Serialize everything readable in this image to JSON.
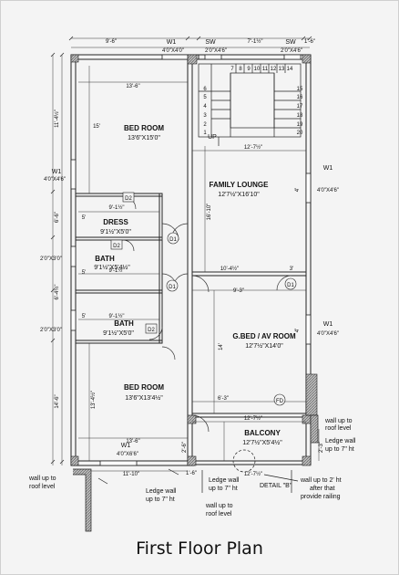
{
  "title": "First Floor Plan",
  "rooms": {
    "bed_room_top": {
      "name": "BED ROOM",
      "size": "13'6\"X15'0\""
    },
    "dress": {
      "name": "DRESS",
      "size": "9'1½\"X5'0\""
    },
    "bath_1": {
      "name": "BATH",
      "size": "9'1½\"X5'4½\""
    },
    "bath_2": {
      "name": "BATH",
      "size": "9'1½\"X5'0\""
    },
    "bed_room_bottom": {
      "name": "BED ROOM",
      "size": "13'6\"X13'4½\""
    },
    "family_lounge": {
      "name": "FAMILY LOUNGE",
      "size": "12'7½\"X16'10\""
    },
    "gbed_av": {
      "name": "G.BED / AV ROOM",
      "size": "12'7½\"X14'0\""
    },
    "balcony": {
      "name": "BALCONY",
      "size": "12'7½\"X5'4½\""
    }
  },
  "openings": {
    "w1_top": "W1",
    "w1_top_size": "4'0\"X4'0\"",
    "sw_top": "SW",
    "sw_top_size": "2'0\"X4'6\"",
    "sw_top2": "SW",
    "sw_top2_size": "2'0\"X4'6\"",
    "w1_left": "W1",
    "w1_left_size": "4'0\"X4'6\"",
    "left_2x3_a": "2'0\"X3'0\"",
    "left_2x3_b": "2'0\"X3'0\"",
    "w1_right": "W1",
    "w1_right_size": "4'0\"X4'6\"",
    "w1_right2": "W1",
    "w1_right2_size": "4'0\"X4'6\"",
    "w1_bottom": "W1",
    "w1_bottom_size": "4'0\"X6'6\"",
    "d1_a": "D1",
    "d1_b": "D1",
    "d1_c": "D1",
    "d2_a": "D2",
    "d2_b": "D2",
    "d2_c": "D2",
    "fd": "FD",
    "up": "UP"
  },
  "stairs": [
    "7",
    "8",
    "9",
    "10",
    "11",
    "12",
    "13",
    "14",
    "6",
    "5",
    "4",
    "3",
    "2",
    "1",
    "15",
    "16",
    "17",
    "18",
    "19",
    "20"
  ],
  "dimensions": {
    "top_9_6": "9'-6\"",
    "top_7_1": "7'-1½\"",
    "top_1_6": "1'-6\"",
    "r_13_6a": "13'-6\"",
    "r_13_6b": "13'-6\"",
    "r_15": "15'",
    "r_11_4": "11'-4½\"",
    "r_6_6": "6'-6\"",
    "r_6_4": "6'-4½\"",
    "r_14_6": "14'-6\"",
    "r_13_4": "13'-4½\"",
    "r_9_1a": "9'-1½\"",
    "r_9_1b": "9'-1½\"",
    "r_9_1c": "9'-1½\"",
    "r_5a": "5'",
    "r_5b": "5'",
    "r_5c": "5'",
    "r_16_10": "16'-10\"",
    "r_12_7a": "12'-7½\"",
    "r_12_7b": "12'-7½\"",
    "r_12_7c": "12'-7½\"",
    "r_10_4": "10'-4½\"",
    "r_3": "3'",
    "r_9_3": "9'-3\"",
    "r_14": "14'",
    "r_6_3": "6'-3\"",
    "r_4": "4'",
    "r_4b": "4'",
    "r_11_10": "11'-10\"",
    "r_2_6": "2'-6\"",
    "r_1_6": "1'-6\"",
    "r_2_3": "2'-3\""
  },
  "notes": {
    "wall_roof_right_1": "wall up to",
    "wall_roof_right_2": "roof level",
    "ledge_right_1": "Ledge wall",
    "ledge_right_2": "up to 7\" ht",
    "wall_roof_left_1": "wall up to",
    "wall_roof_left_2": "roof level",
    "ledge_bottom_1": "Ledge wall",
    "ledge_bottom_2": "up to 7\" ht",
    "ledge_mid_1": "Ledge wall",
    "ledge_mid_2": "up to 7\" ht",
    "wall_roof_mid_1": "wall up to",
    "wall_roof_mid_2": "roof level",
    "detail": "DETAIL \"B\"",
    "wall2_1": "wall up to 2' ht",
    "wall2_2": "after that",
    "wall2_3": "provide railing"
  }
}
